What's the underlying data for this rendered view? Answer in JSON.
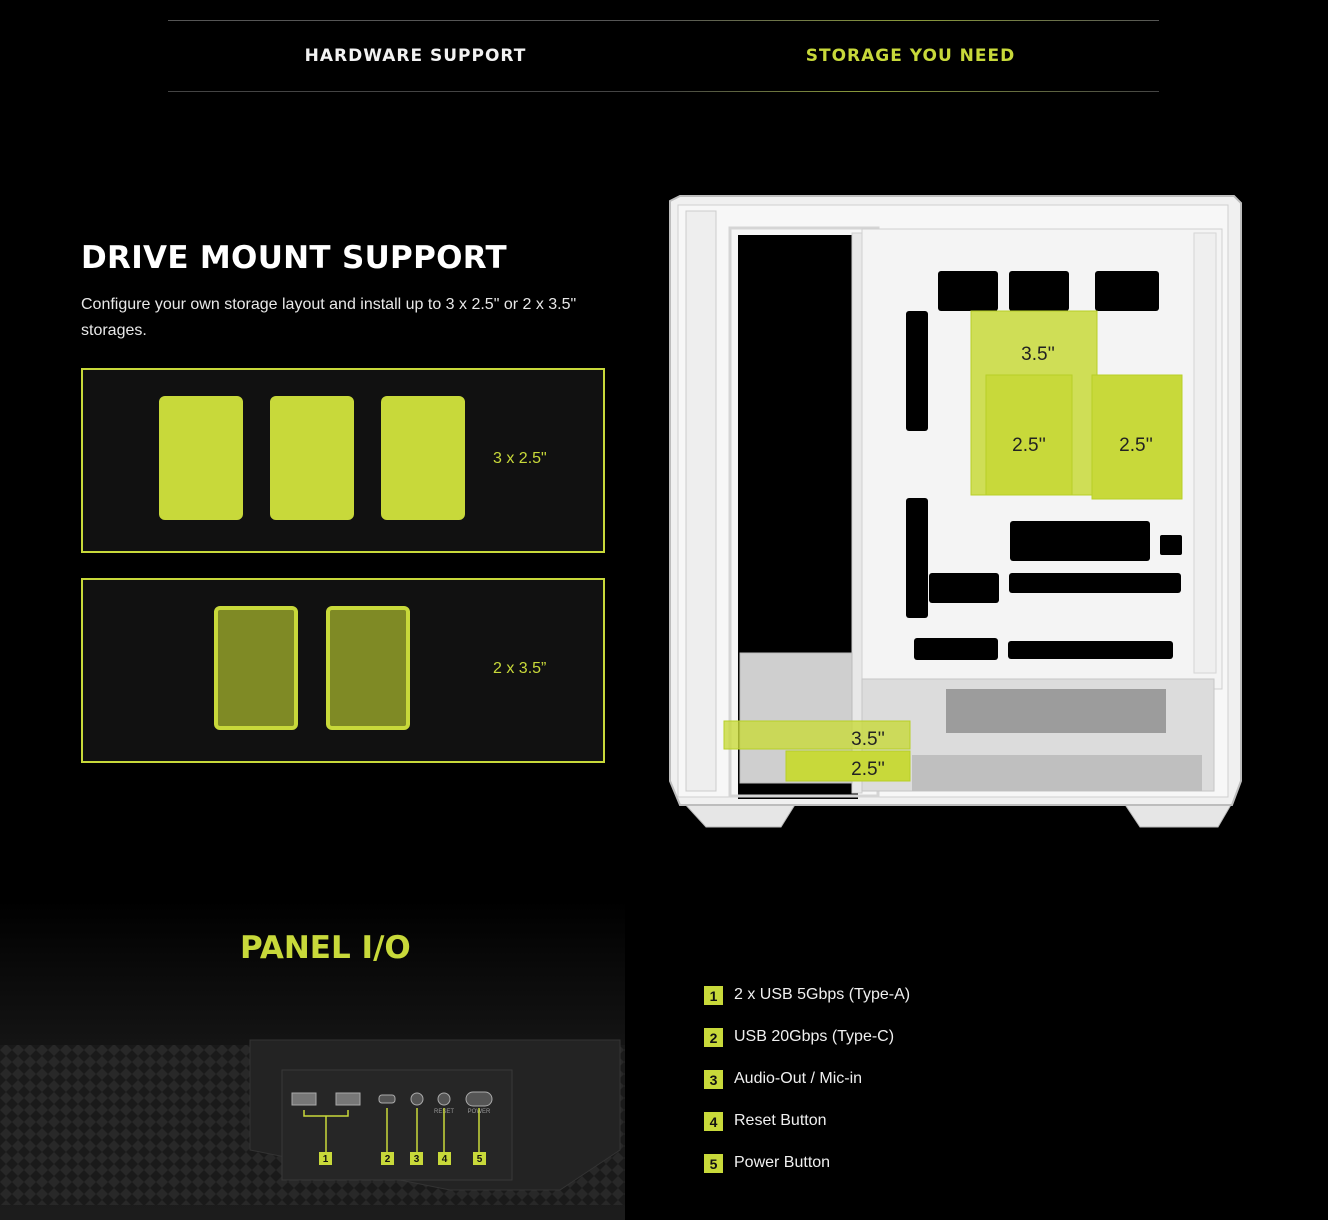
{
  "tabs": [
    {
      "label": "HARDWARE SUPPORT",
      "active": false
    },
    {
      "label": "STORAGE YOU NEED",
      "active": true
    }
  ],
  "drive_mount": {
    "title": "DRIVE MOUNT SUPPORT",
    "description": "Configure your own storage layout and install up to 3 x 2.5\" or 2 x 3.5\" storages.",
    "options": [
      {
        "label": "3 x 2.5\"",
        "count": 3
      },
      {
        "label": "2 x 3.5”",
        "count": 2
      }
    ]
  },
  "case_labels": {
    "upper_35": "3.5''",
    "upper_25_left": "2.5''",
    "upper_25_right": "2.5''",
    "lower_35": "3.5''",
    "lower_25": "2.5''"
  },
  "panel_io": {
    "title": "PANEL I/O",
    "photo_labels": {
      "reset": "RESET",
      "power": "POWER",
      "n1": "1",
      "n2": "2",
      "n3": "3",
      "n4": "4",
      "n5": "5"
    },
    "items": [
      {
        "num": "1",
        "text": "2 x USB 5Gbps (Type-A)"
      },
      {
        "num": "2",
        "text": "USB 20Gbps (Type-C)"
      },
      {
        "num": "3",
        "text": "Audio-Out / Mic-in"
      },
      {
        "num": "4",
        "text": "Reset Button"
      },
      {
        "num": "5",
        "text": "Power Button"
      }
    ]
  },
  "colors": {
    "accent": "#c8d93a",
    "accent_dark": "#7f8a25",
    "background": "#000000",
    "box_bg": "#111111"
  }
}
